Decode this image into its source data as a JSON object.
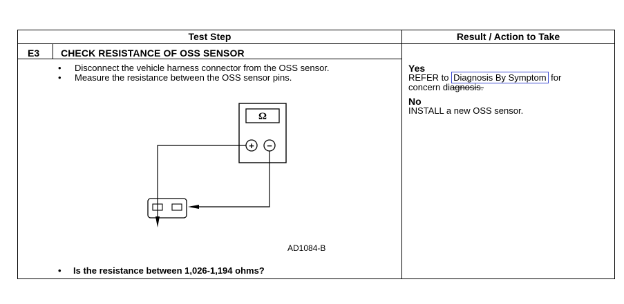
{
  "header": {
    "test_step": "Test Step",
    "result_action": "Result / Action to Take"
  },
  "step": {
    "id": "E3",
    "title": "CHECK RESISTANCE OF OSS SENSOR",
    "bullets": [
      "Disconnect the vehicle harness connector from the OSS sensor.",
      "Measure the resistance between the OSS sensor pins."
    ],
    "question": "Is the resistance between 1,026-1,194 ohms?"
  },
  "figure": {
    "meter_symbol": "Ω",
    "plus_symbol": "+",
    "minus_symbol": "−",
    "label": "AD1084-B"
  },
  "result": {
    "yes_label": "Yes",
    "yes_prefix": "REFER to",
    "yes_link": "Diagnosis By Symptom",
    "yes_suffix": "for",
    "yes_line2_a": "concern di",
    "yes_line2_b": "agnosis.",
    "no_label": "No",
    "no_text": "INSTALL a new OSS sensor."
  },
  "colors": {
    "link_border": "#3d4bd0"
  }
}
